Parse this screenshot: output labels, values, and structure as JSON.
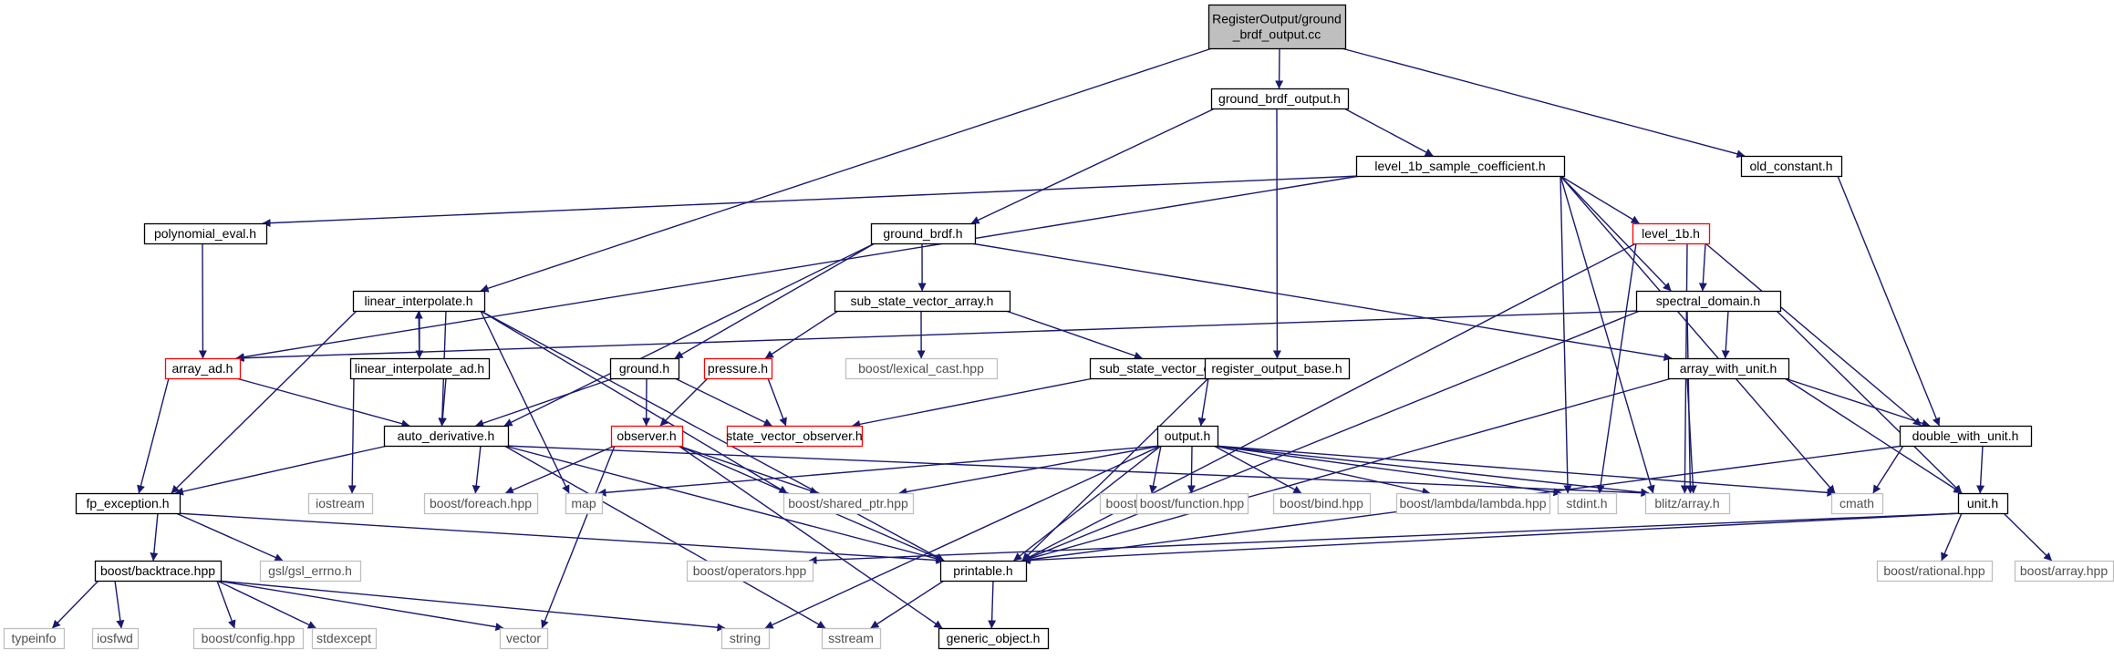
{
  "colors": {
    "edge": "#191970",
    "root_fill": "#bfbfbf",
    "node_border": "#000000",
    "truncated_border": "#ff0000",
    "system_border": "#bfbfbf",
    "node_fill": "#ffffff"
  },
  "nodes": [
    {
      "id": "root",
      "label": "RegisterOutput/ground\n_brdf_output.cc",
      "kind": "root"
    },
    {
      "id": "gbo",
      "label": "ground_brdf_output.h",
      "kind": "normal"
    },
    {
      "id": "oldc",
      "label": "old_constant.h",
      "kind": "normal"
    },
    {
      "id": "l1sc",
      "label": "level_1b_sample_coefficient.h",
      "kind": "normal"
    },
    {
      "id": "poly",
      "label": "polynomial_eval.h",
      "kind": "normal"
    },
    {
      "id": "gbrdf",
      "label": "ground_brdf.h",
      "kind": "normal"
    },
    {
      "id": "l1b",
      "label": "level_1b.h",
      "kind": "truncated"
    },
    {
      "id": "linint",
      "label": "linear_interpolate.h",
      "kind": "normal"
    },
    {
      "id": "ssva",
      "label": "sub_state_vector_array.h",
      "kind": "normal"
    },
    {
      "id": "specdom",
      "label": "spectral_domain.h",
      "kind": "normal"
    },
    {
      "id": "arrad",
      "label": "array_ad.h",
      "kind": "truncated"
    },
    {
      "id": "linintad",
      "label": "linear_interpolate_ad.h",
      "kind": "normal"
    },
    {
      "id": "blc",
      "label": "boost/lexical_cast.hpp",
      "kind": "system"
    },
    {
      "id": "ground",
      "label": "ground.h",
      "kind": "normal"
    },
    {
      "id": "pressure",
      "label": "pressure.h",
      "kind": "truncated"
    },
    {
      "id": "ssvo",
      "label": "sub_state_vector_observer.h",
      "kind": "normal"
    },
    {
      "id": "rob",
      "label": "register_output_base.h",
      "kind": "normal"
    },
    {
      "id": "awu",
      "label": "array_with_unit.h",
      "kind": "normal"
    },
    {
      "id": "autod",
      "label": "auto_derivative.h",
      "kind": "normal"
    },
    {
      "id": "observer",
      "label": "observer.h",
      "kind": "truncated"
    },
    {
      "id": "svo",
      "label": "state_vector_observer.h",
      "kind": "truncated"
    },
    {
      "id": "output",
      "label": "output.h",
      "kind": "normal"
    },
    {
      "id": "dwu",
      "label": "double_with_unit.h",
      "kind": "normal"
    },
    {
      "id": "fpex",
      "label": "fp_exception.h",
      "kind": "normal"
    },
    {
      "id": "iostream",
      "label": "iostream",
      "kind": "system"
    },
    {
      "id": "bforeach",
      "label": "boost/foreach.hpp",
      "kind": "system"
    },
    {
      "id": "map",
      "label": "map",
      "kind": "system"
    },
    {
      "id": "bsptr",
      "label": "boost/shared_ptr.hpp",
      "kind": "system"
    },
    {
      "id": "bany",
      "label": "boost/any.hpp",
      "kind": "system"
    },
    {
      "id": "bfunc",
      "label": "boost/function.hpp",
      "kind": "system"
    },
    {
      "id": "bbind",
      "label": "boost/bind.hpp",
      "kind": "system"
    },
    {
      "id": "blambda",
      "label": "boost/lambda/lambda.hpp",
      "kind": "system"
    },
    {
      "id": "stdint",
      "label": "stdint.h",
      "kind": "system"
    },
    {
      "id": "blitz",
      "label": "blitz/array.h",
      "kind": "system"
    },
    {
      "id": "cmath",
      "label": "cmath",
      "kind": "system"
    },
    {
      "id": "unit",
      "label": "unit.h",
      "kind": "normal"
    },
    {
      "id": "gsl",
      "label": "gsl/gsl_errno.h",
      "kind": "system"
    },
    {
      "id": "bops",
      "label": "boost/operators.hpp",
      "kind": "system"
    },
    {
      "id": "printable",
      "label": "printable.h",
      "kind": "normal"
    },
    {
      "id": "bbt",
      "label": "boost/backtrace.hpp",
      "kind": "normal"
    },
    {
      "id": "brational",
      "label": "boost/rational.hpp",
      "kind": "system"
    },
    {
      "id": "barray",
      "label": "boost/array.hpp",
      "kind": "system"
    },
    {
      "id": "typeinfo",
      "label": "typeinfo",
      "kind": "system"
    },
    {
      "id": "iosfwd",
      "label": "iosfwd",
      "kind": "system"
    },
    {
      "id": "bconfig",
      "label": "boost/config.hpp",
      "kind": "system"
    },
    {
      "id": "stdexcept",
      "label": "stdexcept",
      "kind": "system"
    },
    {
      "id": "vector",
      "label": "vector",
      "kind": "system"
    },
    {
      "id": "string",
      "label": "string",
      "kind": "system"
    },
    {
      "id": "sstream",
      "label": "sstream",
      "kind": "system"
    },
    {
      "id": "genobj",
      "label": "generic_object.h",
      "kind": "normal"
    }
  ],
  "edges": [
    [
      "root",
      "gbo"
    ],
    [
      "root",
      "oldc"
    ],
    [
      "root",
      "linint"
    ],
    [
      "gbo",
      "l1sc"
    ],
    [
      "gbo",
      "gbrdf"
    ],
    [
      "gbo",
      "rob"
    ],
    [
      "oldc",
      "dwu"
    ],
    [
      "l1sc",
      "poly"
    ],
    [
      "l1sc",
      "l1b"
    ],
    [
      "l1sc",
      "specdom"
    ],
    [
      "l1sc",
      "arrad"
    ],
    [
      "l1sc",
      "stdint"
    ],
    [
      "l1sc",
      "blitz"
    ],
    [
      "l1sc",
      "cmath"
    ],
    [
      "poly",
      "arrad"
    ],
    [
      "gbrdf",
      "ssva"
    ],
    [
      "gbrdf",
      "ground"
    ],
    [
      "gbrdf",
      "autod"
    ],
    [
      "gbrdf",
      "awu"
    ],
    [
      "l1b",
      "specdom"
    ],
    [
      "l1b",
      "dwu"
    ],
    [
      "l1b",
      "stdint"
    ],
    [
      "l1b",
      "blitz"
    ],
    [
      "l1b",
      "printable"
    ],
    [
      "linint",
      "linintad"
    ],
    [
      "linint",
      "fpex"
    ],
    [
      "linint",
      "autod"
    ],
    [
      "linint",
      "map"
    ],
    [
      "linint",
      "bsptr"
    ],
    [
      "linint",
      "printable"
    ],
    [
      "linintad",
      "linint"
    ],
    [
      "linintad",
      "autod"
    ],
    [
      "linintad",
      "iostream"
    ],
    [
      "ssva",
      "pressure"
    ],
    [
      "ssva",
      "blc"
    ],
    [
      "ssva",
      "ssvo"
    ],
    [
      "specdom",
      "arrad"
    ],
    [
      "specdom",
      "awu"
    ],
    [
      "specdom",
      "blitz"
    ],
    [
      "specdom",
      "unit"
    ],
    [
      "specdom",
      "printable"
    ],
    [
      "arrad",
      "autod"
    ],
    [
      "arrad",
      "fpex"
    ],
    [
      "ground",
      "observer"
    ],
    [
      "ground",
      "svo"
    ],
    [
      "ground",
      "autod"
    ],
    [
      "pressure",
      "observer"
    ],
    [
      "pressure",
      "svo"
    ],
    [
      "ssvo",
      "svo"
    ],
    [
      "rob",
      "output"
    ],
    [
      "rob",
      "printable"
    ],
    [
      "awu",
      "dwu"
    ],
    [
      "awu",
      "unit"
    ],
    [
      "awu",
      "blitz"
    ],
    [
      "awu",
      "printable"
    ],
    [
      "autod",
      "fpex"
    ],
    [
      "autod",
      "bforeach"
    ],
    [
      "autod",
      "blitz"
    ],
    [
      "autod",
      "printable"
    ],
    [
      "autod",
      "sstream"
    ],
    [
      "observer",
      "bforeach"
    ],
    [
      "observer",
      "bsptr"
    ],
    [
      "observer",
      "vector"
    ],
    [
      "observer",
      "genobj"
    ],
    [
      "observer",
      "printable"
    ],
    [
      "output",
      "map"
    ],
    [
      "output",
      "bsptr"
    ],
    [
      "output",
      "bany"
    ],
    [
      "output",
      "bfunc"
    ],
    [
      "output",
      "bbind"
    ],
    [
      "output",
      "blambda"
    ],
    [
      "output",
      "stdint"
    ],
    [
      "output",
      "blitz"
    ],
    [
      "output",
      "string"
    ],
    [
      "output",
      "printable"
    ],
    [
      "output",
      "cmath"
    ],
    [
      "dwu",
      "unit"
    ],
    [
      "dwu",
      "cmath"
    ],
    [
      "dwu",
      "printable"
    ],
    [
      "fpex",
      "bbt"
    ],
    [
      "fpex",
      "gsl"
    ],
    [
      "fpex",
      "printable"
    ],
    [
      "unit",
      "brational"
    ],
    [
      "unit",
      "barray"
    ],
    [
      "unit",
      "printable"
    ],
    [
      "unit",
      "bops"
    ],
    [
      "bbt",
      "typeinfo"
    ],
    [
      "bbt",
      "iosfwd"
    ],
    [
      "bbt",
      "bconfig"
    ],
    [
      "bbt",
      "stdexcept"
    ],
    [
      "bbt",
      "vector"
    ],
    [
      "bbt",
      "string"
    ],
    [
      "printable",
      "sstream"
    ],
    [
      "printable",
      "genobj"
    ]
  ]
}
